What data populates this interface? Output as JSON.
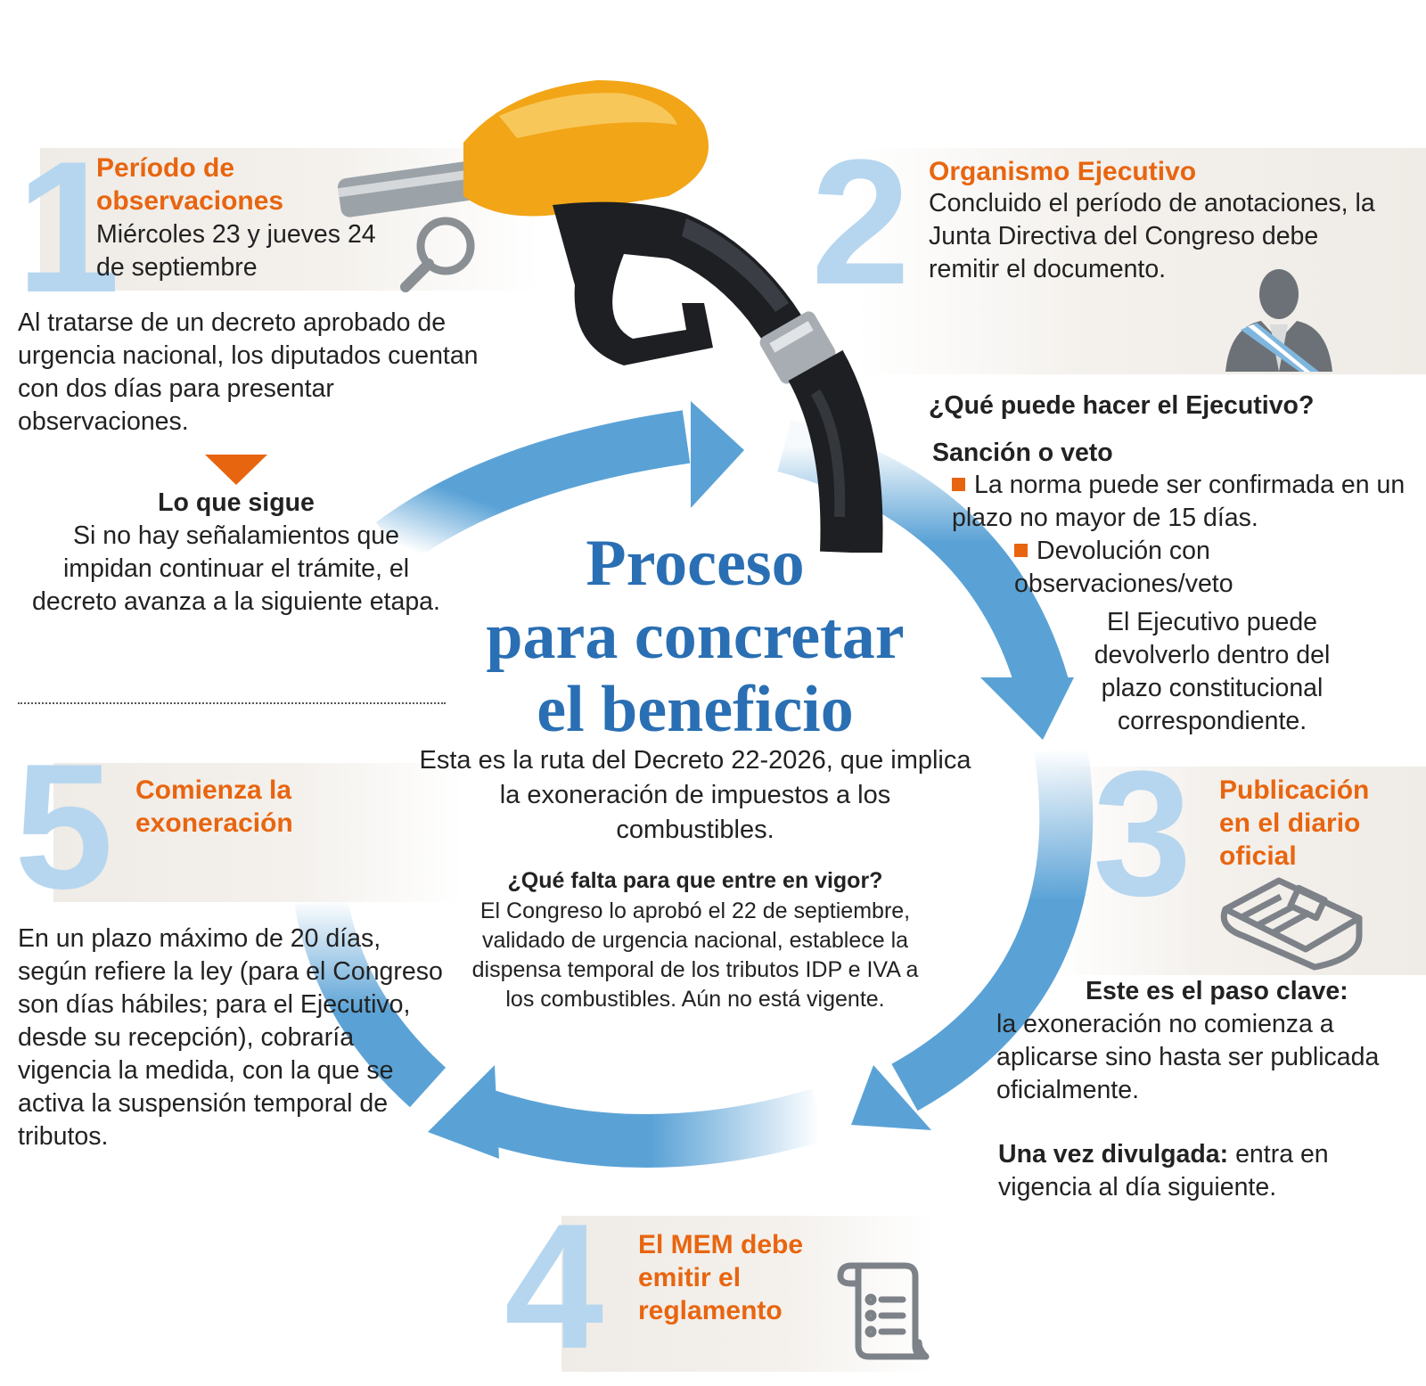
{
  "main": {
    "title_line1": "Proceso",
    "title_line2": "para concretar",
    "title_line3": "el beneficio",
    "intro": "Esta es la ruta del Decreto 22-2026, que implica la exoneración de impuestos a los combustibles.",
    "question": "¿Qué falta para que entre en vigor?",
    "answer": "El Congreso lo aprobó el 22 de septiembre, validado de urgencia nacional, establece la dispensa temporal de los tributos IDP e IVA a los combustibles. Aún no está vigente."
  },
  "step1": {
    "number": "1",
    "title": "Período de observaciones",
    "date": "Miércoles 23 y jueves 24 de septiembre",
    "body": "Al tratarse de un decreto aprobado de urgencia nacional, los diputados cuentan con dos días para presentar observaciones.",
    "next_title": "Lo que sigue",
    "next_body": "Si no hay señalamientos que impidan continuar el trámite, el decreto avanza a la siguiente etapa."
  },
  "step2": {
    "number": "2",
    "title": "Organismo Ejecutivo",
    "body": "Concluido el período de anotaciones, la Junta Directiva del Congreso debe remitir el documento.",
    "question": "¿Qué puede hacer el Ejecutivo?",
    "subtitle": "Sanción o veto",
    "bullet1": "La norma puede ser confirmada en un plazo no mayor de 15 días.",
    "bullet2": "Devolución con observaciones/veto",
    "note": "El Ejecutivo puede devolverlo dentro del plazo constitucional correspondiente."
  },
  "step3": {
    "number": "3",
    "title": "Publicación en el diario oficial",
    "key_label": "Este es el paso clave:",
    "key_body": "la exoneración no comienza a aplicarse sino hasta ser publicada oficialmente.",
    "once_label": "Una vez divulgada:",
    "once_body": "entra en vigencia al día siguiente."
  },
  "step4": {
    "number": "4",
    "title": "El MEM debe emitir el reglamento"
  },
  "step5": {
    "number": "5",
    "title": "Comienza la exoneración",
    "body": "En un plazo máximo de 20 días, según refiere la ley (para el Congreso son días hábiles; para el Ejecutivo, desde su recepción), cobraría vigencia la medida, con la que se activa la suspensión temporal de tributos."
  },
  "icons": {
    "step1": "magnifier-icon",
    "step2": "official-person-icon",
    "step3": "newspaper-icon",
    "step4": "scroll-document-icon",
    "decor": "fuel-nozzle-icon"
  },
  "colors": {
    "accent_orange": "#e8650f",
    "cycle_blue": "#5aa2d6",
    "number_blue": "#b6d6ef",
    "title_blue": "#2a6fb3"
  }
}
